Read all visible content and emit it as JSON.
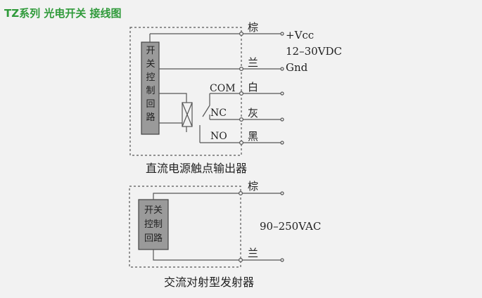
{
  "page_title": "TZ系列 光电开关  接线图",
  "colors": {
    "title_green": "#2f9a3a",
    "line": "#555555",
    "text": "#222222",
    "block_fill": "#9a9a9a",
    "background": "#f2f2f2"
  },
  "dc_circuit": {
    "block_label": [
      "开",
      "关",
      "控",
      "制",
      "回",
      "路"
    ],
    "wire_labels": {
      "brown": "棕",
      "blue": "兰",
      "white": "白",
      "gray": "灰",
      "black": "黑"
    },
    "supply_plus": "+Vcc",
    "supply_range": "12–30VDC",
    "supply_gnd": "Gnd",
    "contacts": {
      "com": "COM",
      "nc": "NC",
      "no": "NO"
    },
    "caption": "直流电源触点输出器"
  },
  "ac_circuit": {
    "block_label": [
      "开关",
      "控制",
      "回路"
    ],
    "wire_labels": {
      "brown": "棕",
      "blue": "兰"
    },
    "supply_range": "90–250VAC",
    "caption": "交流对射型发射器"
  }
}
